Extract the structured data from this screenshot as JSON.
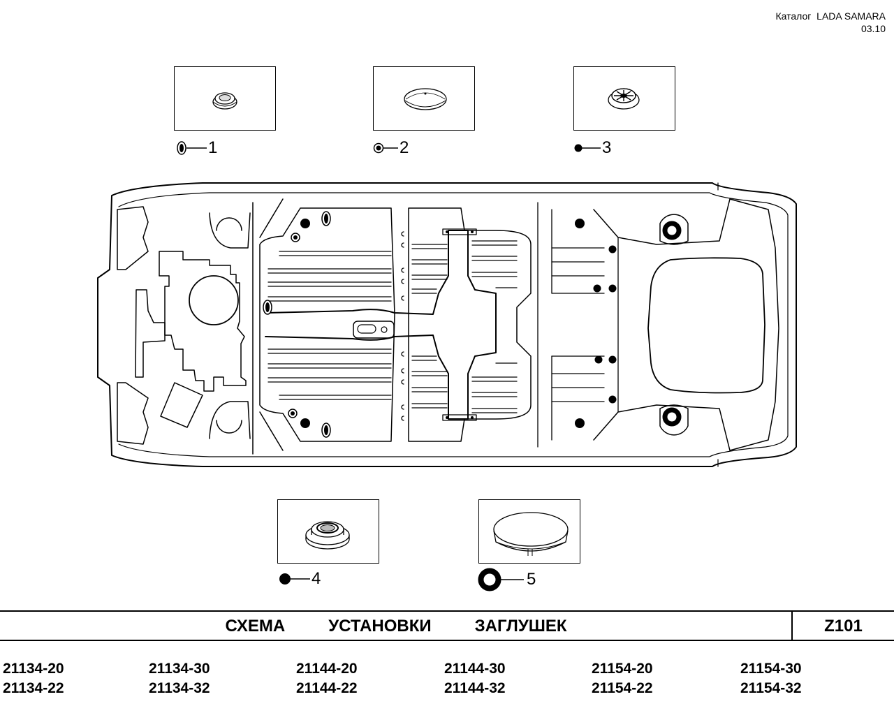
{
  "header": {
    "catalog": "Каталог  LADA SAMARA",
    "date": "03.10"
  },
  "parts": [
    {
      "number": "1",
      "icon": "oval-grommet-icon"
    },
    {
      "number": "2",
      "icon": "dome-plug-icon"
    },
    {
      "number": "3",
      "icon": "ribbed-plug-icon"
    },
    {
      "number": "4",
      "icon": "stepped-grommet-icon"
    },
    {
      "number": "5",
      "icon": "large-cap-plug-icon"
    }
  ],
  "title": "СХЕМА   УСТАНОВКИ   ЗАГЛУШЕК",
  "code": "Z101",
  "models": [
    [
      "21134-20",
      "21134-22"
    ],
    [
      "21134-30",
      "21134-32"
    ],
    [
      "21144-20",
      "21144-22"
    ],
    [
      "21144-30",
      "21144-32"
    ],
    [
      "21154-20",
      "21154-22"
    ],
    [
      "21154-30",
      "21154-32"
    ]
  ]
}
